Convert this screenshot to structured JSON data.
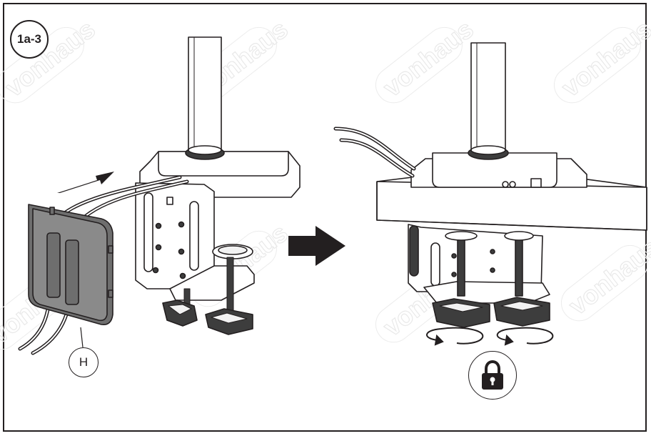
{
  "step": {
    "label": "1a-3"
  },
  "callouts": [
    {
      "id": "H",
      "label": "H"
    }
  ],
  "watermark": {
    "text": "vonhaus"
  },
  "icons": {
    "direction": "arrow-right-icon",
    "lock": "padlock-icon",
    "rotate": "rotate-clockwise-icon"
  },
  "colors": {
    "line": "#231f20",
    "fill_dark": "#3d3d3d",
    "fill_light": "#f2f2f2"
  }
}
